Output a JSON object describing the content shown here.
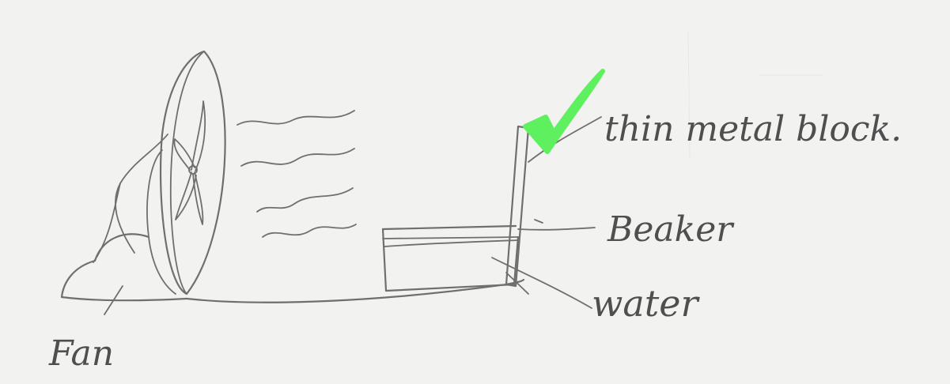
{
  "labels": {
    "block": "thin metal block.",
    "beaker": "Beaker",
    "water": "water",
    "fan": "Fan"
  },
  "colors": {
    "paper": "#f2f2f0",
    "pencil": "#6f6f6f",
    "tick": "#5ef05e"
  },
  "icons": {
    "tick": "check-mark-icon",
    "fan": "fan-icon",
    "airflow": "air-flow-lines"
  }
}
